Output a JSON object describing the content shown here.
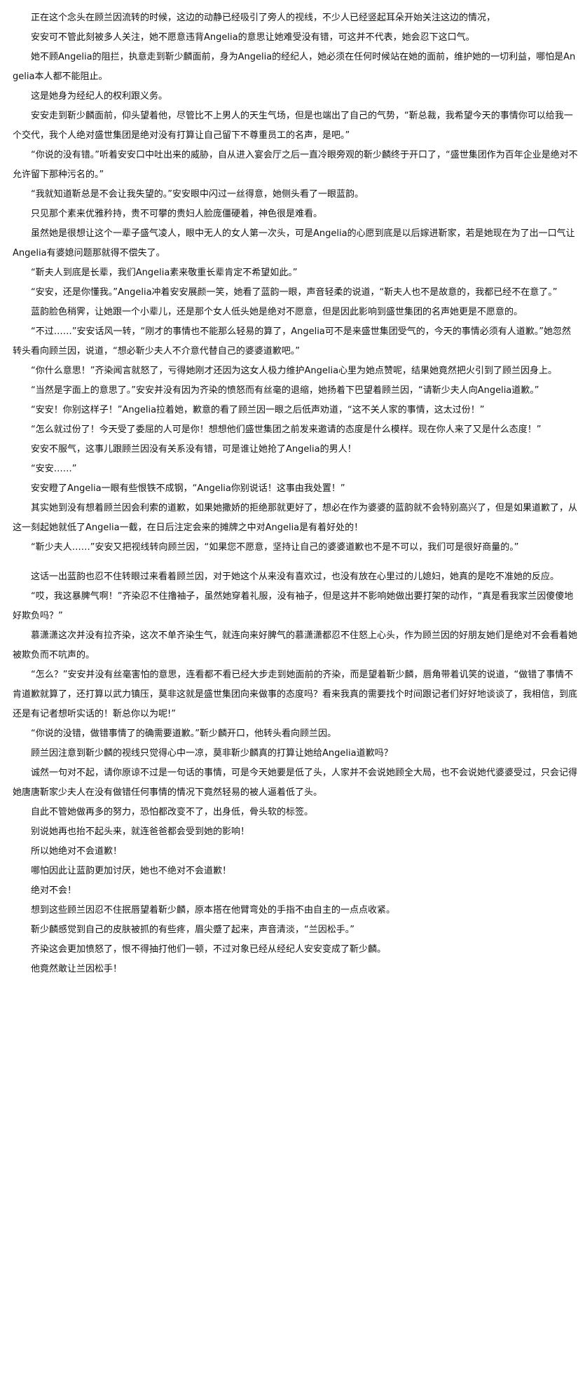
{
  "paragraphs": [
    "正在这个念头在顾兰因流转的时候，这边的动静已经吸引了旁人的视线，不少人已经竖起耳朵开始关注这边的情况，",
    "安安可不管此刻被多人关注，她不愿意违背Angelia的意思让她难受没有错，可这并不代表，她会忍下这口气。",
    "她不顾Angelia的阻拦，执意走到靳少麟面前，身为Angelia的经纪人，她必须在任何时候站在她的面前，维护她的一切利益，哪怕是Angelia本人都不能阻止。",
    "这是她身为经纪人的权利跟义务。",
    "安安走到靳少麟面前，仰头望着他，尽管比不上男人的天生气场，但是也端出了自己的气势，“靳总裁，我希望今天的事情你可以给我一个交代，我个人绝对盛世集团是绝对没有打算让自己留下不尊重员工的名声，是吧。”",
    "“你说的没有错。”听着安安口中吐出来的威胁，自从进入宴会厅之后一直冷眼旁观的靳少麟终于开口了，“盛世集团作为百年企业是绝对不允许留下那种污名的。”",
    "“我就知道靳总是不会让我失望的。”安安眼中闪过一丝得意，她侧头看了一眼蓝韵。",
    "只见那个素来优雅矜持，贵不可攀的贵妇人脸庞僵硬着，神色很是难看。",
    "虽然她是很想让这个一辈子盛气凌人，眼中无人的女人第一次头，可是Angelia的心愿到底是以后嫁进靳家，若是她现在为了出一口气让Angelia有婆媳问题那就得不偿失了。",
    "“靳夫人到底是长辈，我们Angelia素来敬重长辈肯定不希望如此。”",
    "“安安，还是你懂我。”Angelia冲着安安展颜一笑，她看了蓝韵一眼，声音轻柔的说道，“靳夫人也不是故意的，我都已经不在意了。”",
    "蓝韵脸色稍霁，让她跟一个小辈儿，还是那个女人低头她是绝对不愿意，但是因此影响到盛世集团的名声她更是不愿意的。",
    "“不过……”安安话风一转，“刚才的事情也不能那么轻易的算了，Angelia可不是来盛世集团受气的，今天的事情必须有人道歉。”她忽然转头看向顾兰因，说道，“想必靳少夫人不介意代替自己的婆婆道歉吧。”",
    "“你什么意思！”齐染闻言就怒了，亏得她刚才还因为这女人极力维护Angelia心里为她点赞呢，结果她竟然把火引到了顾兰因身上。",
    "“当然是字面上的意思了。”安安并没有因为齐染的愤怒而有丝毫的退缩，她扬着下巴望着顾兰因，“请靳少夫人向Angelia道歉。”",
    "“安安！你别这样子！”Angelia拉着她，歉意的看了顾兰因一眼之后低声劝道，“这不关人家的事情，这太过份！”",
    "“怎么就过份了！今天受了委屈的人可是你！想想他们盛世集团之前发来邀请的态度是什么模样。现在你人来了又是什么态度！”",
    "安安不服气，这事儿跟顾兰因没有关系没有错，可是谁让她抢了Angelia的男人！",
    "“安安……”",
    "安安瞪了Angelia一眼有些恨铁不成钢，“Angelia你别说话！这事由我处置！”",
    "其实她到没有想着顾兰因会利索的道歉，如果她撒娇的拒绝那就更好了，想必在作为婆婆的蓝韵就不会特别高兴了，但是如果道歉了，从这一刻起她就低了Angelia一截，在日后注定会来的摊牌之中对Angelia是有着好处的！",
    "“靳少夫人……”安安又把视线转向顾兰因，“如果您不愿意，坚持让自己的婆婆道歉也不是不可以，我们可是很好商量的。”",
    "这话一出蓝韵也忍不住转眼过来看着顾兰因，对于她这个从来没有喜欢过，也没有放在心里过的儿媳妇，她真的是吃不准她的反应。",
    "“哎，我这暴脾气啊！”齐染忍不住撸袖子，虽然她穿着礼服，没有袖子，但是这并不影响她做出要打架的动作，“真是看我家兰因傻傻地好欺负吗？”",
    "慕潇潇这次并没有拉齐染，这次不单齐染生气，就连向来好脾气的慕潇潇都忍不住怒上心头，作为顾兰因的好朋友她们是绝对不会看着她被欺负而不吭声的。",
    "“怎么？”安安并没有丝毫害怕的意思，连看都不看已经大步走到她面前的齐染，而是望着靳少麟，唇角带着讥笑的说道，“做错了事情不肯道歉就算了，还打算以武力镇压，莫非这就是盛世集团向来做事的态度吗？看来我真的需要找个时间跟记者们好好地谈谈了，我相信，到底还是有记者想听实话的！靳总你以为呢!”",
    "“你说的没错，做错事情了的确需要道歉。”靳少麟开口，他转头看向顾兰因。",
    "顾兰因注意到靳少麟的视线只觉得心中一凉，莫非靳少麟真的打算让她给Angelia道歉吗？",
    "诚然一句对不起，请你原谅不过是一句话的事情，可是今天她要是低了头，人家并不会说她顾全大局，也不会说她代婆婆受过，只会记得她唐唐靳家少夫人在没有做错任何事情的情况下竟然轻易的被人逼着低了头。",
    "自此不管她做再多的努力，恐怕都改变不了，出身低，骨头软的标签。",
    "别说她再也抬不起头来，就连爸爸都会受到她的影响！",
    "所以她绝对不会道歉！",
    "哪怕因此让蓝韵更加讨厌，她也不绝对不会道歉！",
    "绝对不会！",
    "想到这些顾兰因忍不住抿唇望着靳少麟，原本搭在他臂弯处的手指不由自主的一点点收紧。",
    "靳少麟感觉到自己的皮肤被抓的有些疼，眉尖蹙了起来，声音清淡，“兰因松手。”",
    "齐染这会更加愤怒了，恨不得抽打他们一顿，不过对象已经从经纪人安安变成了靳少麟。",
    "他竟然敢让兰因松手！"
  ]
}
